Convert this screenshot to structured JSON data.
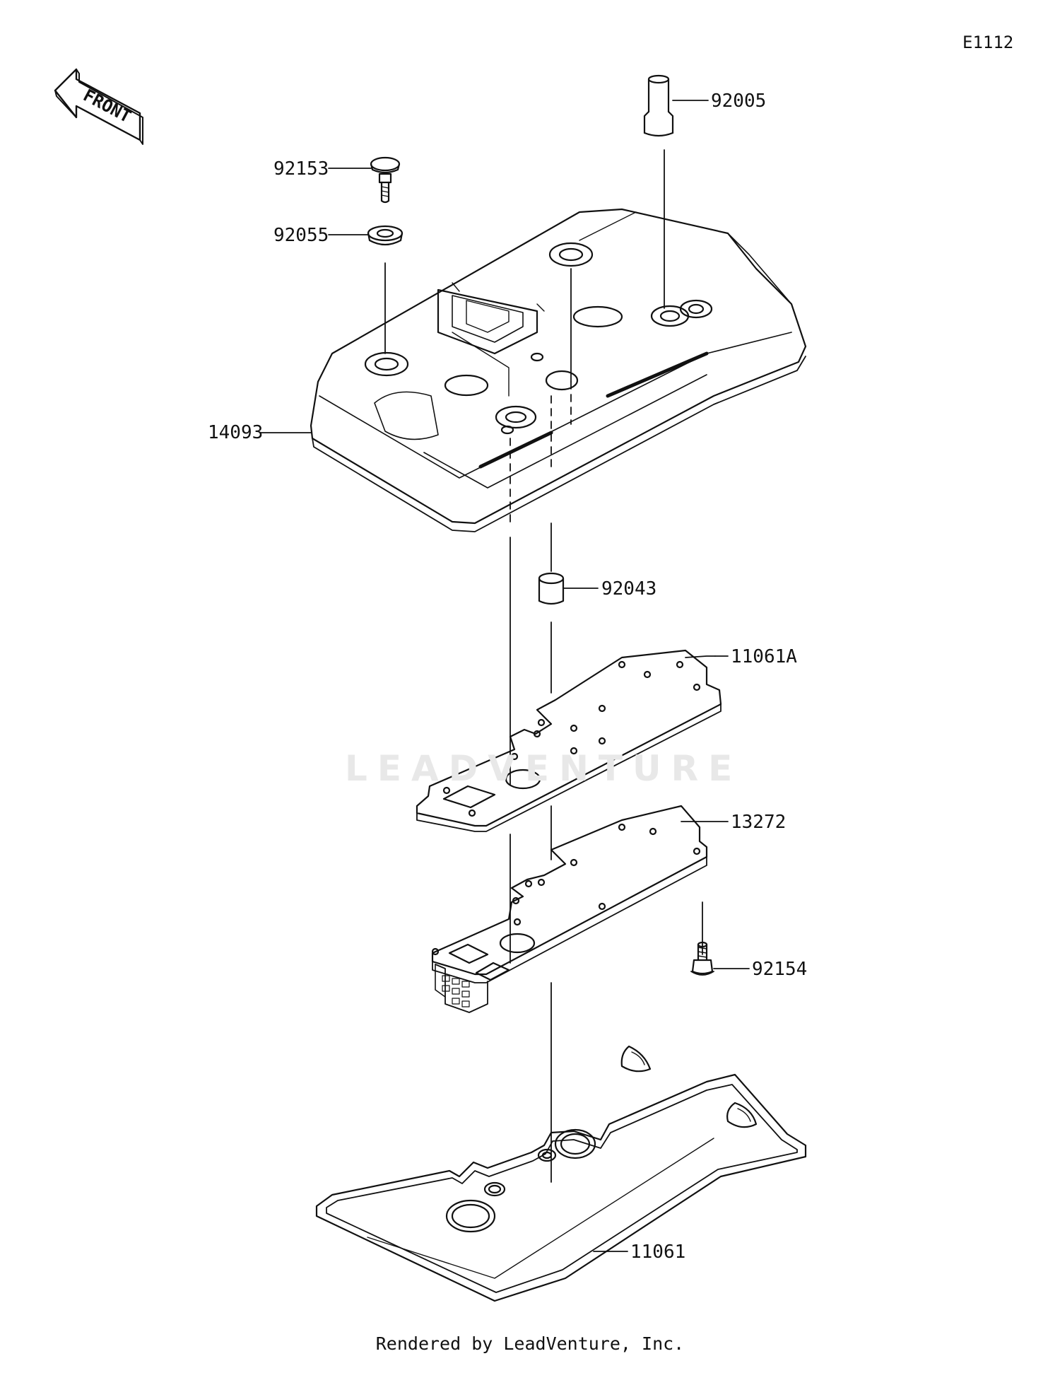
{
  "diagram_code": "E1112",
  "front_label": "FRONT",
  "watermark": "LEADVENTURE",
  "footer": "Rendered by LeadVenture, Inc.",
  "parts": [
    {
      "number": "92005"
    },
    {
      "number": "92153"
    },
    {
      "number": "92055"
    },
    {
      "number": "14093"
    },
    {
      "number": "92043"
    },
    {
      "number": "11061A"
    },
    {
      "number": "13272"
    },
    {
      "number": "92154"
    },
    {
      "number": "11061"
    }
  ]
}
